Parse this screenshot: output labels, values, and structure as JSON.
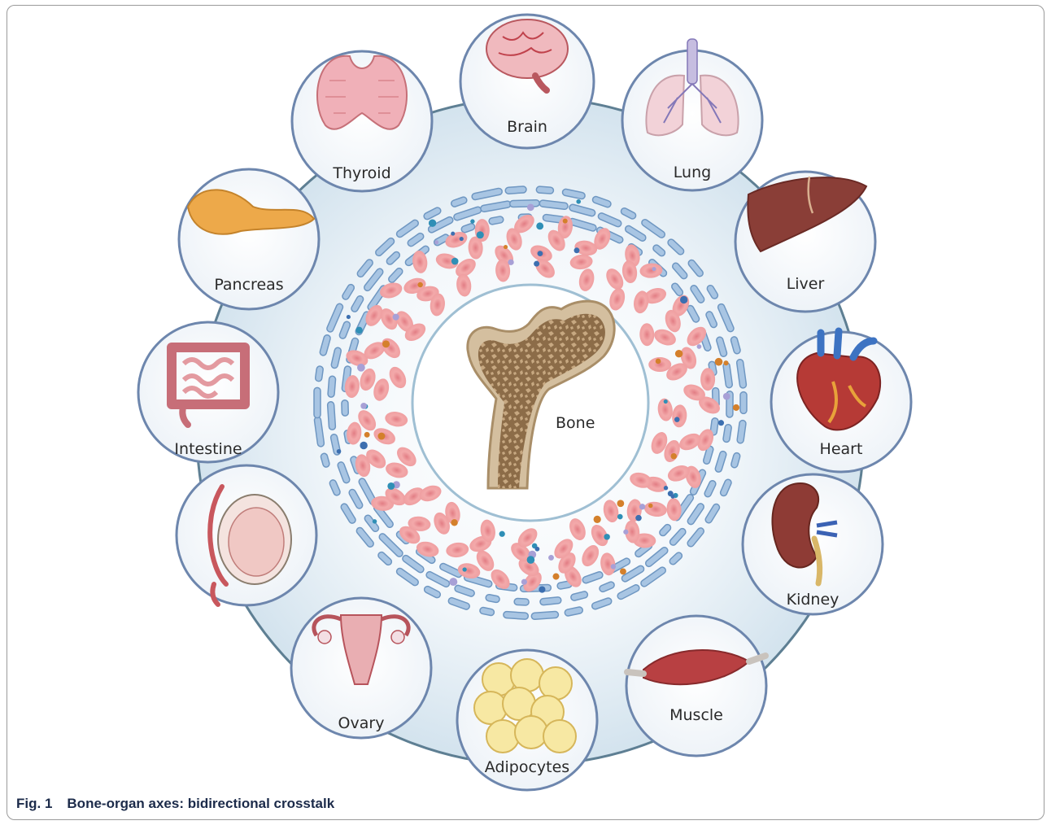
{
  "caption": {
    "figure_number": "Fig. 1",
    "title": "Bone-organ axes: bidirectional crosstalk"
  },
  "center": {
    "label": "Bone"
  },
  "organs": [
    {
      "key": "brain",
      "label": "Brain"
    },
    {
      "key": "lung",
      "label": "Lung"
    },
    {
      "key": "liver",
      "label": "Liver"
    },
    {
      "key": "heart",
      "label": "Heart"
    },
    {
      "key": "kidney",
      "label": "Kidney"
    },
    {
      "key": "muscle",
      "label": "Muscle"
    },
    {
      "key": "adipocytes",
      "label": "Adipocytes"
    },
    {
      "key": "ovary",
      "label": "Ovary"
    },
    {
      "key": "testis",
      "label": ""
    },
    {
      "key": "intestine",
      "label": "Intestine"
    },
    {
      "key": "pancreas",
      "label": "Pancreas"
    },
    {
      "key": "thyroid",
      "label": "Thyroid"
    }
  ],
  "colors": {
    "ring_fill": "#dce9f2",
    "ring_edge": "#5e7f93",
    "node_edge": "#6d86ad",
    "vessel": "#8fb2d6",
    "rbc": "#f1a3a5",
    "bone": "#8a6a45"
  }
}
